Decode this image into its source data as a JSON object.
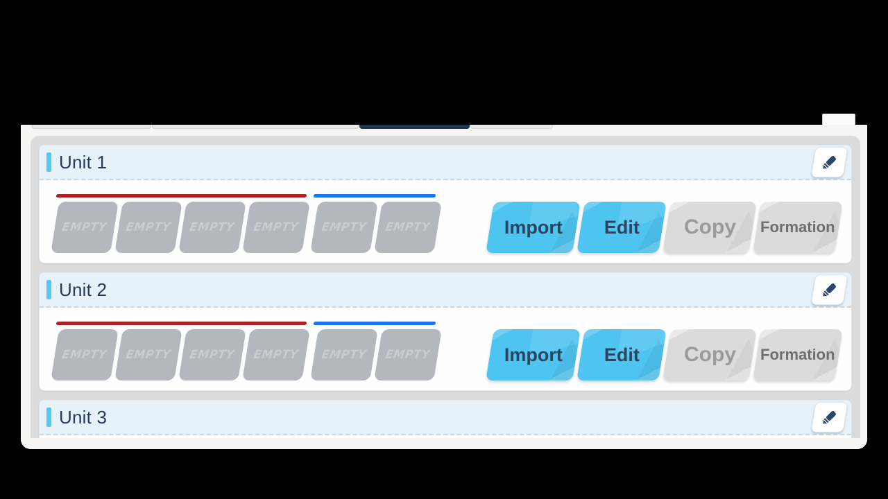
{
  "colors": {
    "letterbox": "#000000",
    "page_background": "#f5f5f3",
    "panel_background": "#dcdcdc",
    "card_header_background": "#e6f1fa",
    "accent_cyan": "#55c8f2",
    "title_navy": "#26395a",
    "team_line_red": "#ac2426",
    "team_line_blue": "#1d73ee",
    "slot_gray": "#b4b7bd",
    "slot_text": "#c9ccd1",
    "primary_button_blue": "#4ec4f0",
    "primary_button_text": "#2b4560",
    "secondary_button_gray": "#dbdbdb",
    "active_tab_navy": "#1d3150",
    "pencil_icon_navy": "#2d4568"
  },
  "icons": {
    "unit_edit": "pencil-icon"
  },
  "units": [
    {
      "title": "Unit 1",
      "slots": [
        "EMPTY",
        "EMPTY",
        "EMPTY",
        "EMPTY",
        "EMPTY",
        "EMPTY"
      ],
      "actions": {
        "import": "Import",
        "edit": "Edit",
        "copy": "Copy",
        "formation": "Formation"
      }
    },
    {
      "title": "Unit 2",
      "slots": [
        "EMPTY",
        "EMPTY",
        "EMPTY",
        "EMPTY",
        "EMPTY",
        "EMPTY"
      ],
      "actions": {
        "import": "Import",
        "edit": "Edit",
        "copy": "Copy",
        "formation": "Formation"
      }
    },
    {
      "title": "Unit 3"
    }
  ]
}
